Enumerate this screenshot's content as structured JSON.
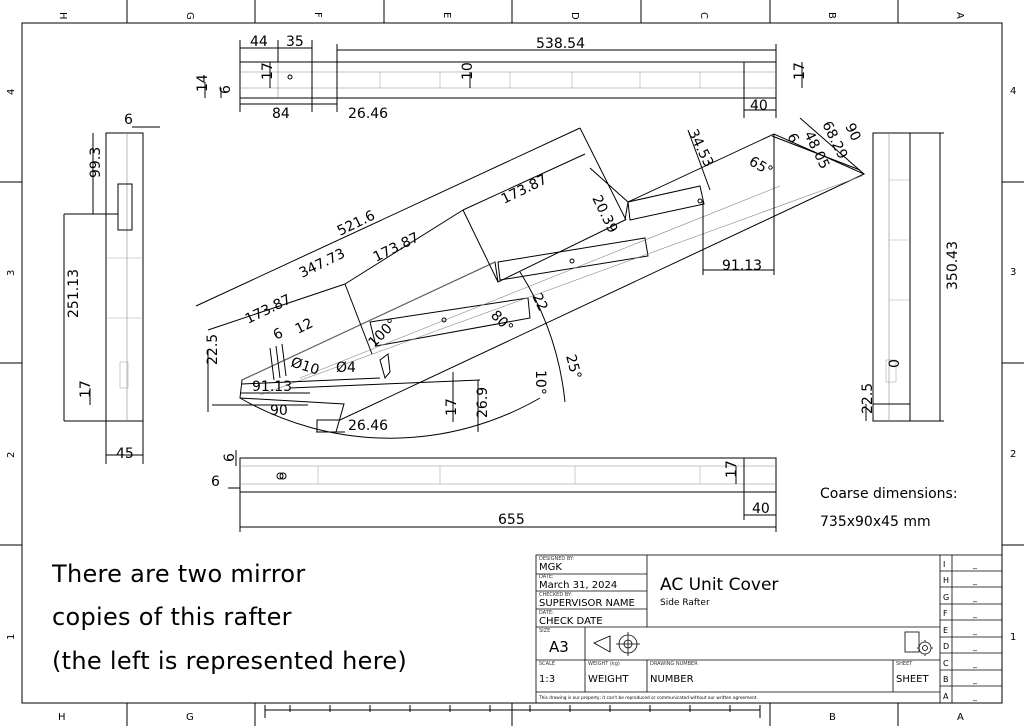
{
  "border_zones": {
    "top_letters": [
      "H",
      "G",
      "F",
      "E",
      "D",
      "C",
      "B",
      "A"
    ],
    "bottom_letters": [
      "H",
      "G",
      "B",
      "A"
    ],
    "side_numbers": [
      "4",
      "3",
      "2",
      "1"
    ]
  },
  "dimensions": {
    "top_view": {
      "d44": "44",
      "d35": "35",
      "d538": "538.54",
      "d17a": "17",
      "d14": "14",
      "d6": "6",
      "d10": "10",
      "d17b": "17",
      "d84": "84",
      "d2646": "26.46",
      "d40": "40"
    },
    "left_view": {
      "d6": "6",
      "d993": "99.3",
      "d25113": "251.13",
      "d17": "17",
      "d45": "45"
    },
    "right_view": {
      "d35043": "350.43",
      "d225": "22.5",
      "d0": "0"
    },
    "bottom_view": {
      "d6a": "6",
      "d6b": "6",
      "d655": "655",
      "d17": "17",
      "d40": "40"
    },
    "iso_view": {
      "d5216": "521.6",
      "d34773": "347.73",
      "d17387a": "173.87",
      "d17387b": "173.87",
      "d17387c": "173.87",
      "d2039": "20.39",
      "d3453": "34.53",
      "d65": "65°",
      "d6": "6",
      "d4805": "48.05",
      "d6829": "68.29",
      "d90top": "90",
      "d9113a": "91.13",
      "d9113b": "91.13",
      "d225": "22.5",
      "d6b": "6",
      "d12": "12",
      "d10dia": "Ø10",
      "d4dia": "Ø4",
      "d90": "90",
      "d100": "100°",
      "d80": "80°",
      "d22": "22",
      "d10deg": "10°",
      "d25deg": "25°",
      "d17": "17",
      "d269": "26.9",
      "d2646": "26.46"
    }
  },
  "notes": {
    "coarse_line1": "Coarse dimensions:",
    "coarse_line2": "735x90x45 mm",
    "mirror_line1": "There are two mirror",
    "mirror_line2": "copies of this rafter",
    "mirror_line3": "(the left is represented here)"
  },
  "title_block": {
    "designed_by_label": "DESIGNED BY:",
    "designed_by": "MGK",
    "date_label": "DATE:",
    "date": "March 31, 2024",
    "checked_by_label": "CHECKED BY:",
    "checked_by": "SUPERVISOR NAME",
    "date2_label": "DATE:",
    "check_date": "CHECK DATE",
    "title": "AC Unit Cover",
    "subtitle": "Side Rafter",
    "size_label": "SIZE",
    "size": "A3",
    "scale_label": "SCALE",
    "scale": "1:3",
    "weight_label": "WEIGHT (kg)",
    "weight": "WEIGHT",
    "drawing_number_label": "DRAWING NUMBER",
    "drawing_number": "NUMBER",
    "sheet_label": "SHEET",
    "sheet": "SHEET",
    "disclaimer": "This drawing is our property; it can't be reproduced or communicated without our written agreement.",
    "revisions": [
      {
        "letter": "I",
        "value": "_"
      },
      {
        "letter": "H",
        "value": "_"
      },
      {
        "letter": "G",
        "value": "_"
      },
      {
        "letter": "F",
        "value": "_"
      },
      {
        "letter": "E",
        "value": "_"
      },
      {
        "letter": "D",
        "value": "_"
      },
      {
        "letter": "C",
        "value": "_"
      },
      {
        "letter": "B",
        "value": "_"
      },
      {
        "letter": "A",
        "value": "_"
      }
    ]
  }
}
